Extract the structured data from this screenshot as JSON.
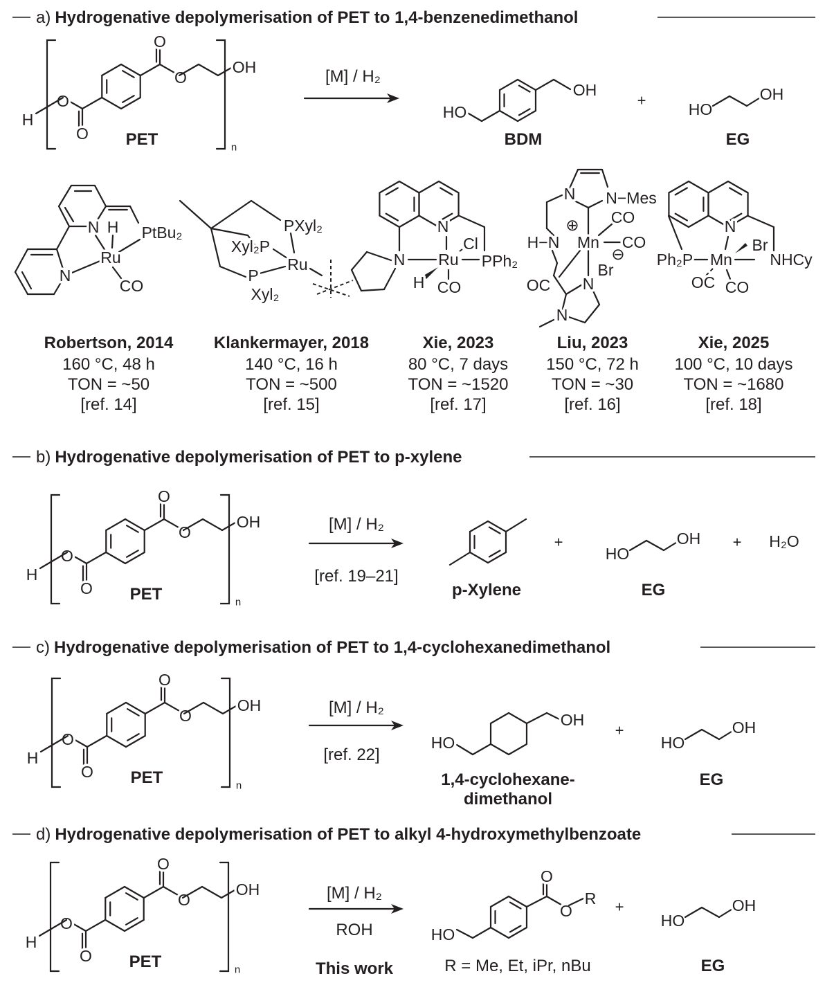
{
  "sections": [
    {
      "letter": "a)",
      "title": "Hydrogenative depolymerisation of PET to 1,4-benzenedimethanol"
    },
    {
      "letter": "b)",
      "title": "Hydrogenative depolymerisation of PET to p-xylene"
    },
    {
      "letter": "c)",
      "title": "Hydrogenative depolymerisation of PET to 1,4-cyclohexanedimethanol"
    },
    {
      "letter": "d)",
      "title": "Hydrogenative depolymerisation of PET to alkyl 4-hydroxymethylbenzoate"
    }
  ],
  "atoms": {
    "O": "O",
    "OH": "OH",
    "HO": "HO",
    "H": "H",
    "n": "n",
    "R": "R",
    "H2O": "H₂O",
    "plus": "+"
  },
  "pet": {
    "label": "PET"
  },
  "reactions": {
    "a": {
      "arrow_top": "[M] / H₂",
      "product1": "BDM",
      "product2": "EG"
    },
    "b": {
      "arrow_top": "[M] / H₂",
      "arrow_bottom": "[ref. 19–21]",
      "product1": "p-Xylene",
      "product2": "EG"
    },
    "c": {
      "arrow_top": "[M] / H₂",
      "arrow_bottom": "[ref. 22]",
      "product1_line1": "1,4-cyclohexane-",
      "product1_line2": "dimethanol",
      "product2": "EG"
    },
    "d": {
      "arrow_top": "[M] / H₂",
      "arrow_bottom": "ROH",
      "note": "This work",
      "r_groups": "R = Me, Et, iPr, nBu",
      "product2": "EG"
    }
  },
  "catalysts": [
    {
      "name": "Robertson, 2014",
      "conditions": "160 °C, 48 h",
      "ton": "TON = ~50",
      "ref": "[ref. 14]",
      "atoms": {
        "N": "N",
        "H": "H",
        "P": "PtBu₂",
        "M": "Ru",
        "CO": "CO"
      }
    },
    {
      "name": "Klankermayer, 2018",
      "conditions": "140 °C, 16 h",
      "ton": "TON = ~500",
      "ref": "[ref. 15]",
      "atoms": {
        "P1": "PXyl₂",
        "P2": "Xyl₂P",
        "P3": "P",
        "Xyl": "Xyl₂",
        "M": "Ru"
      }
    },
    {
      "name": "Xie, 2023",
      "conditions": "80 °C, 7 days",
      "ton": "TON = ~1520",
      "ref": "[ref. 17]",
      "atoms": {
        "N": "N",
        "Cl": "Cl",
        "M": "Ru",
        "P": "PPh₂",
        "H": "H",
        "CO": "CO"
      }
    },
    {
      "name": "Liu, 2023",
      "conditions": "150 °C, 72 h",
      "ton": "TON = ~30",
      "ref": "[ref. 16]",
      "atoms": {
        "N": "N",
        "Mes": "N−Mes",
        "HN": "H−N",
        "M": "Mn",
        "CO": "CO",
        "OC": "OC",
        "Br": "Br",
        "pos": "⊕",
        "neg": "⊖"
      }
    },
    {
      "name": "Xie, 2025",
      "conditions": "100 °C, 10 days",
      "ton": "TON = ~1680",
      "ref": "[ref. 18]",
      "atoms": {
        "N": "N",
        "Br": "Br",
        "P": "Ph₂P",
        "M": "Mn",
        "NH": "NHCy",
        "OC": "OC",
        "CO": "CO"
      }
    }
  ]
}
